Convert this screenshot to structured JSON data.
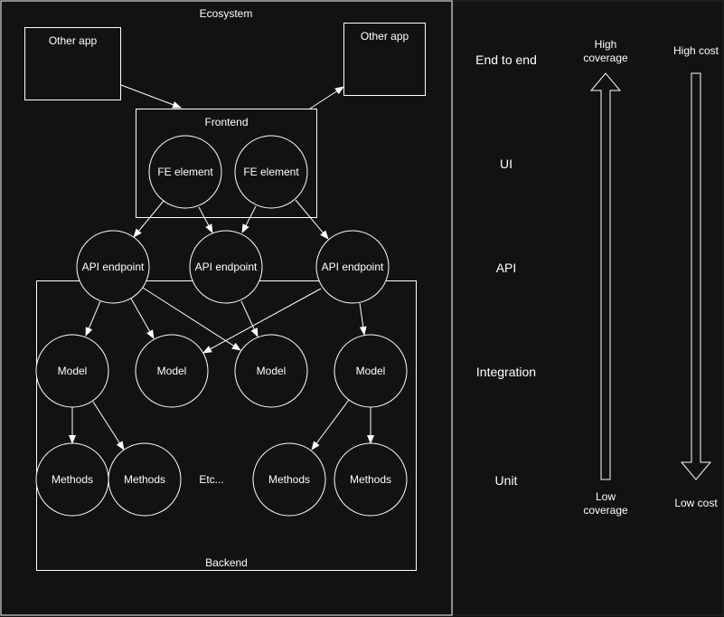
{
  "ecosystem": {
    "title": "Ecosystem"
  },
  "other_apps": {
    "left": "Other app",
    "right": "Other app"
  },
  "frontend": {
    "title": "Frontend",
    "elements": [
      "FE element",
      "FE element"
    ]
  },
  "api": {
    "endpoints": [
      "API endpoint",
      "API endpoint",
      "API endpoint"
    ]
  },
  "backend": {
    "title": "Backend",
    "models": [
      "Model",
      "Model",
      "Model",
      "Model"
    ],
    "methods": [
      "Methods",
      "Methods",
      "Methods",
      "Methods"
    ],
    "etc": "Etc..."
  },
  "levels": [
    "End to end",
    "UI",
    "API",
    "Integration",
    "Unit"
  ],
  "coverage": {
    "top_line1": "High",
    "top_line2": "coverage",
    "bottom_line1": "Low",
    "bottom_line2": "coverage"
  },
  "cost": {
    "top": "High cost",
    "bottom": "Low cost"
  },
  "colors": {
    "background": "#121212",
    "stroke": "#ffffff",
    "text": "#ffffff"
  }
}
